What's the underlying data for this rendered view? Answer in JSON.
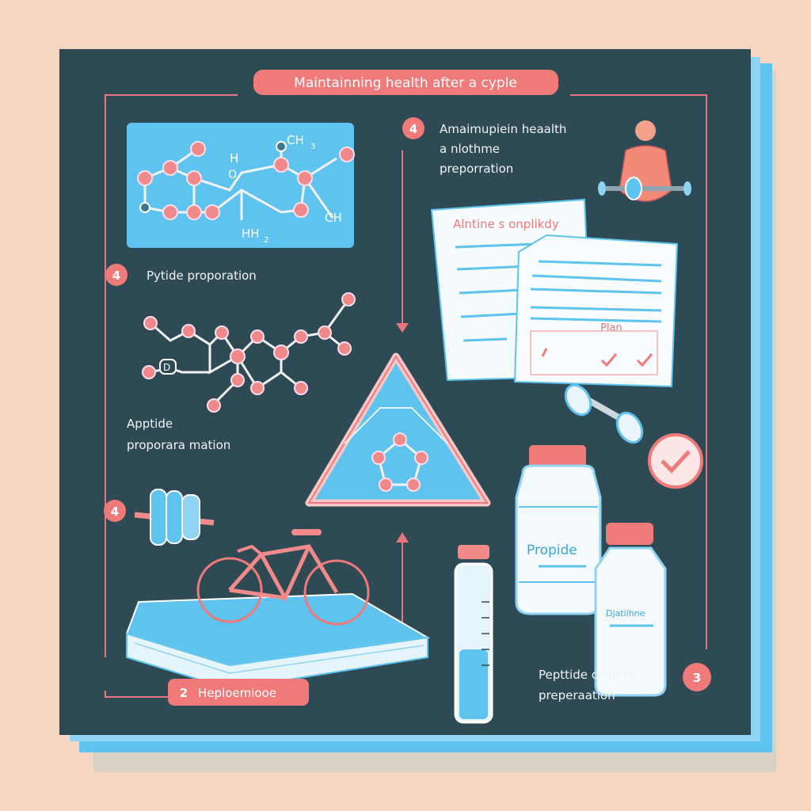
{
  "title": "Maintainning health after a cyple",
  "steps": {
    "top_right": {
      "number": "4",
      "line1": "Amaimupiein heaalth",
      "line2": "a nlothme",
      "line3": "preporration"
    },
    "left_upper": {
      "number": "4",
      "text": "Pytide proporation"
    },
    "left_middle": {
      "line1": "Apptide",
      "line2": "proporara mation"
    },
    "left_lower": {
      "number": "4"
    },
    "bottom_left": {
      "number": "2",
      "text": "Heploemiooe"
    },
    "bottom_right": {
      "number": "3",
      "line1": "Pepttide coypice",
      "line2": "preperaation"
    }
  },
  "molecule_labels": {
    "h": "H",
    "o": "O",
    "ch3": "CH",
    "ch3_sub": "3",
    "ch": "CH",
    "nh2": "HH",
    "nh2_sub": "2",
    "d": "D"
  },
  "documents": {
    "back_title": "Alntine s onplikdy",
    "front_plan": "Plan"
  },
  "bottles": {
    "large_label": "Propide",
    "small_label": "Djatiihne"
  },
  "colors": {
    "background": "#f4d6c2",
    "panel": "#2e4a55",
    "accent_pink": "#f07a7a",
    "accent_blue": "#5bc0f0"
  },
  "icons": [
    "molecule-icon",
    "bodybuilder-icon",
    "document-icon",
    "dumbbell-icon",
    "check-circle-icon",
    "triangle-icon",
    "bicycle-icon",
    "book-icon",
    "vial-icon",
    "bottle-icon"
  ]
}
